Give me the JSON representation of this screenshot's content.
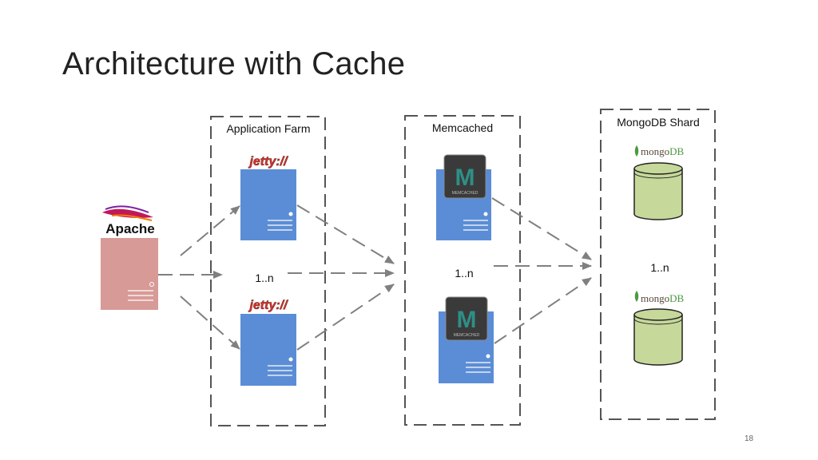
{
  "slide": {
    "title": "Architecture with Cache",
    "page_number": "18"
  },
  "groups": {
    "app_farm": {
      "label": "Application Farm"
    },
    "memcached": {
      "label": "Memcached"
    },
    "mongo_shard": {
      "label": "MongoDB Shard"
    }
  },
  "multiplicity": {
    "app_farm": "1..n",
    "memcached": "1..n",
    "mongo_shard": "1..n"
  },
  "logos": {
    "apache": "Apache",
    "jetty": "jetty://",
    "memcached_badge": "MEMCACHED",
    "mongo_prefix": "mongo",
    "mongo_suffix": "DB"
  },
  "colors": {
    "apache_server": "#d89a96",
    "app_server": "#5b8dd6",
    "mongo_cylinder": "#c6d89a",
    "arrow": "#808080",
    "dashed_box": "#555555",
    "jetty_red": "#d8342b",
    "memcached_badge": "#3a3a3a",
    "memcached_m": "#2e8f86",
    "mongo_leaf": "#4a9b3f"
  },
  "icons": {
    "apache": "apache-feather-logo",
    "jetty": "jetty-logo",
    "memcached": "memcached-logo",
    "mongodb": "mongodb-logo",
    "server": "server-icon",
    "database": "database-cylinder-icon"
  }
}
